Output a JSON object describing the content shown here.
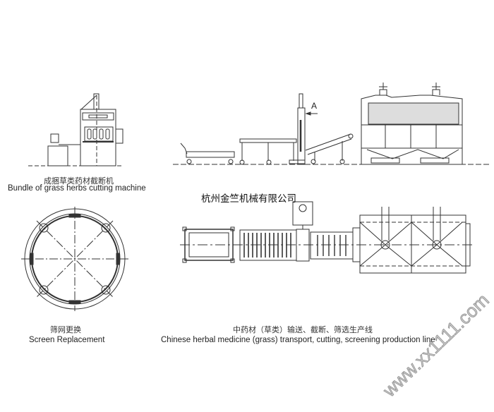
{
  "figures": {
    "bundle_machine": {
      "title_cn": "成捆草类药材截断机",
      "title_en": "Bundle of grass herbs cutting machine"
    },
    "screen": {
      "title_cn": "筛网更换",
      "title_en": "Screen Replacement"
    },
    "production_line": {
      "title_cn": "中药材（草类）输送、截断、筛选生产线",
      "title_en": "Chinese herbal medicine (grass) transport, cutting, screening production line",
      "view_marker": "A"
    }
  },
  "company": "杭州金竺机械有限公司",
  "watermark": "www.xx1111.com",
  "colors": {
    "line": "#333333",
    "background": "#ffffff"
  }
}
